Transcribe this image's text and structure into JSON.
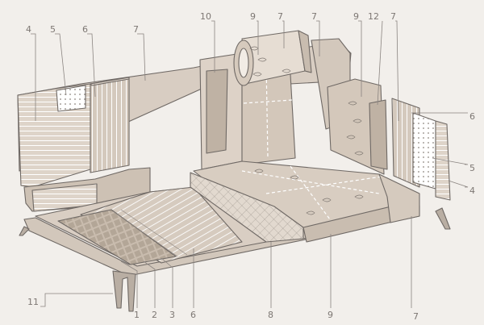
{
  "diagram": {
    "callouts": [
      {
        "id": "c4-left",
        "text": "4"
      },
      {
        "id": "c5-left",
        "text": "5"
      },
      {
        "id": "c6-top",
        "text": "6"
      },
      {
        "id": "c7-back",
        "text": "7"
      },
      {
        "id": "c10",
        "text": "10"
      },
      {
        "id": "c9-headrest",
        "text": "9"
      },
      {
        "id": "c7-headrest",
        "text": "7"
      },
      {
        "id": "c7-backright",
        "text": "7"
      },
      {
        "id": "c9-arm",
        "text": "9"
      },
      {
        "id": "c12",
        "text": "12"
      },
      {
        "id": "c7-arm",
        "text": "7"
      },
      {
        "id": "c6-right",
        "text": "6"
      },
      {
        "id": "c5-right",
        "text": "5"
      },
      {
        "id": "c4-right",
        "text": "4"
      },
      {
        "id": "c11",
        "text": "11"
      },
      {
        "id": "c1",
        "text": "1"
      },
      {
        "id": "c2",
        "text": "2"
      },
      {
        "id": "c3",
        "text": "3"
      },
      {
        "id": "c6-bottom",
        "text": "6"
      },
      {
        "id": "c8",
        "text": "8"
      },
      {
        "id": "c9-bottom",
        "text": "9"
      },
      {
        "id": "c7-bottom",
        "text": "7"
      }
    ],
    "colors": {
      "background": "#f2efeb",
      "fabric": "#d8cdc2",
      "fabric_dark": "#c7bbae",
      "fabric_light": "#e6ddd3",
      "foam": "#ffffff",
      "line": "#6f6965",
      "label": "#7d7773"
    }
  }
}
